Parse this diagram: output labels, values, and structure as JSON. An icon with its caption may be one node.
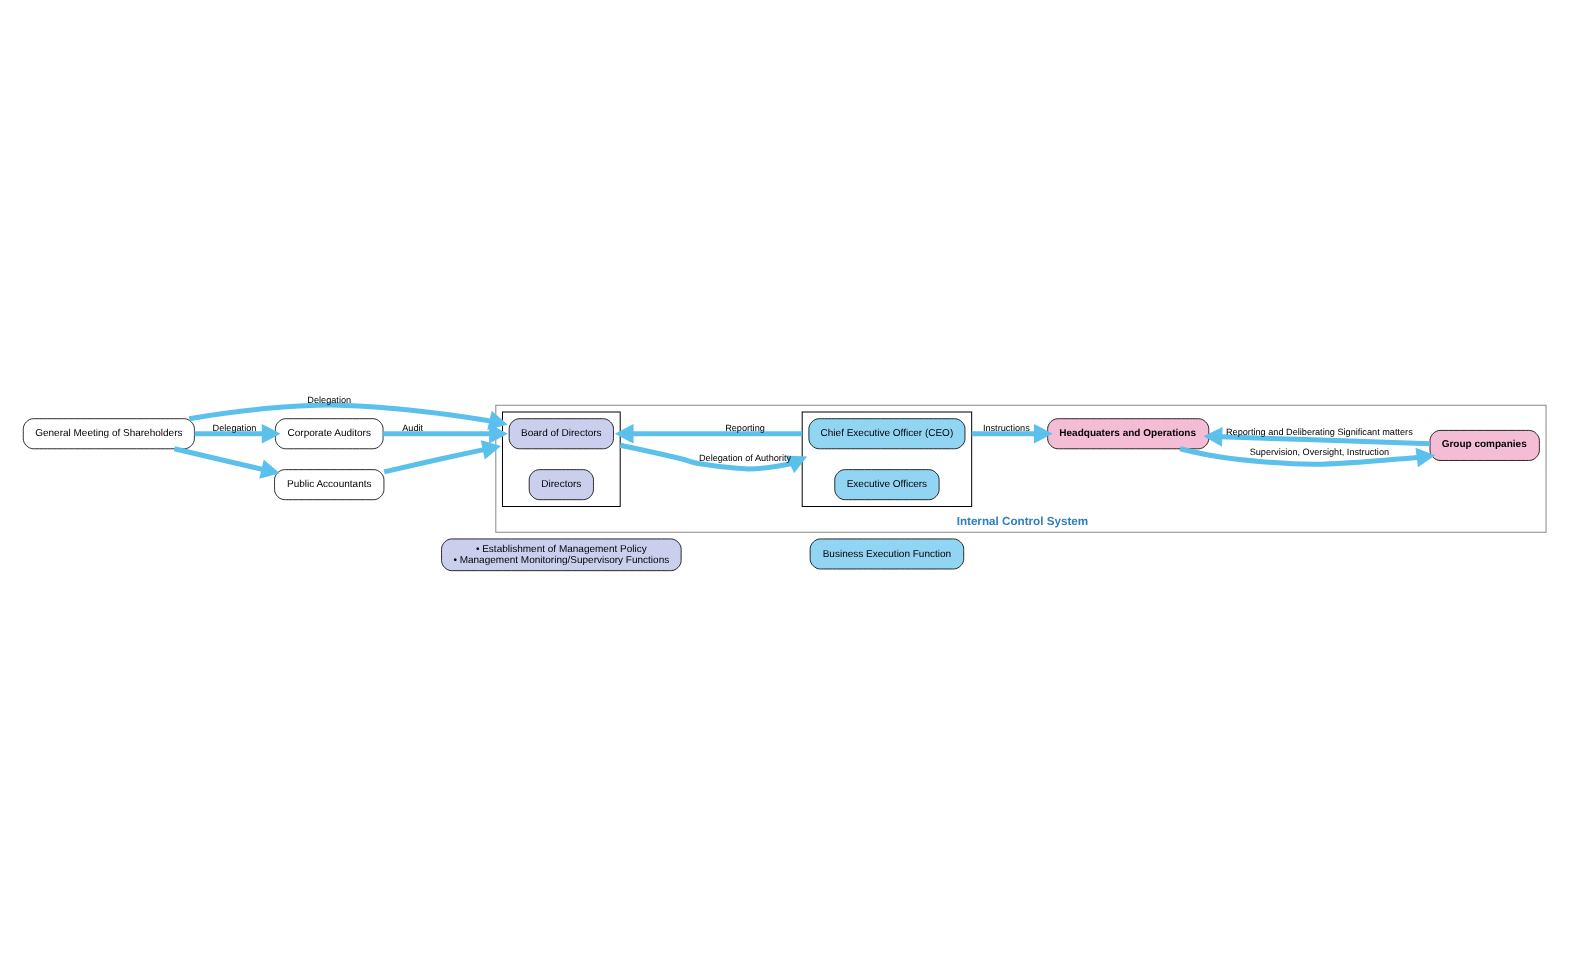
{
  "diagram": {
    "nodes": [
      {
        "text": [
          "• Establishment of Management Policy",
          "• Management Monitoring/Supervisory Functions"
        ]
      },
      {
        "text": [
          "Business Execution Function"
        ]
      },
      {
        "text": [
          "General Meeting of Shareholders"
        ]
      },
      {
        "text": [
          "Internal Control System"
        ]
      },
      {
        "text": [],
        "shape": "box",
        "in": 3
      },
      {
        "text": [
          "Board of Directors"
        ],
        "in": 4
      },
      {
        "text": [
          "Directors"
        ],
        "in": 4
      },
      {
        "text": [],
        "shape": "box",
        "in": 3
      },
      {
        "text": [
          "Chief Executive Officer (CEO)"
        ],
        "in": 7
      },
      {
        "text": [
          "Executive Officers"
        ],
        "in": 7
      },
      {
        "text": [
          "Corporate Auditors"
        ]
      },
      {
        "text": [
          "Public Accountants"
        ]
      },
      {
        "text": [
          "Headquaters and Operations"
        ],
        "in": 3
      },
      {
        "text": [
          "Group companies"
        ],
        "in": 3
      }
    ],
    "edges": [
      {
        "from": 2,
        "to": 4,
        "arrow": "to",
        "label": "Delegation"
      },
      {
        "from": 2,
        "to": 10,
        "arrow": "to",
        "label": "Delegation"
      },
      {
        "from": 2,
        "to": 11,
        "arrow": "to"
      },
      {
        "from": 10,
        "to": 4,
        "arrow": "to",
        "label": "Audit"
      },
      {
        "from": 11,
        "to": 3,
        "arrow": "to"
      },
      {
        "from": 4,
        "to": 7,
        "arrow": "to",
        "label": "Delegation of Authority"
      },
      {
        "from": 7,
        "to": 4,
        "arrow": "to",
        "label": "Reporting"
      },
      {
        "from": 7,
        "to": 12,
        "arrow": "to",
        "label": "Instructions"
      },
      {
        "from": 13,
        "to": 12,
        "arrow": "to",
        "label": "Reporting and Deliberating Significant matters"
      },
      {
        "from": 12,
        "to": 13,
        "arrow": "to",
        "label": "Supervision, Oversight, Instruction"
      }
    ]
  }
}
